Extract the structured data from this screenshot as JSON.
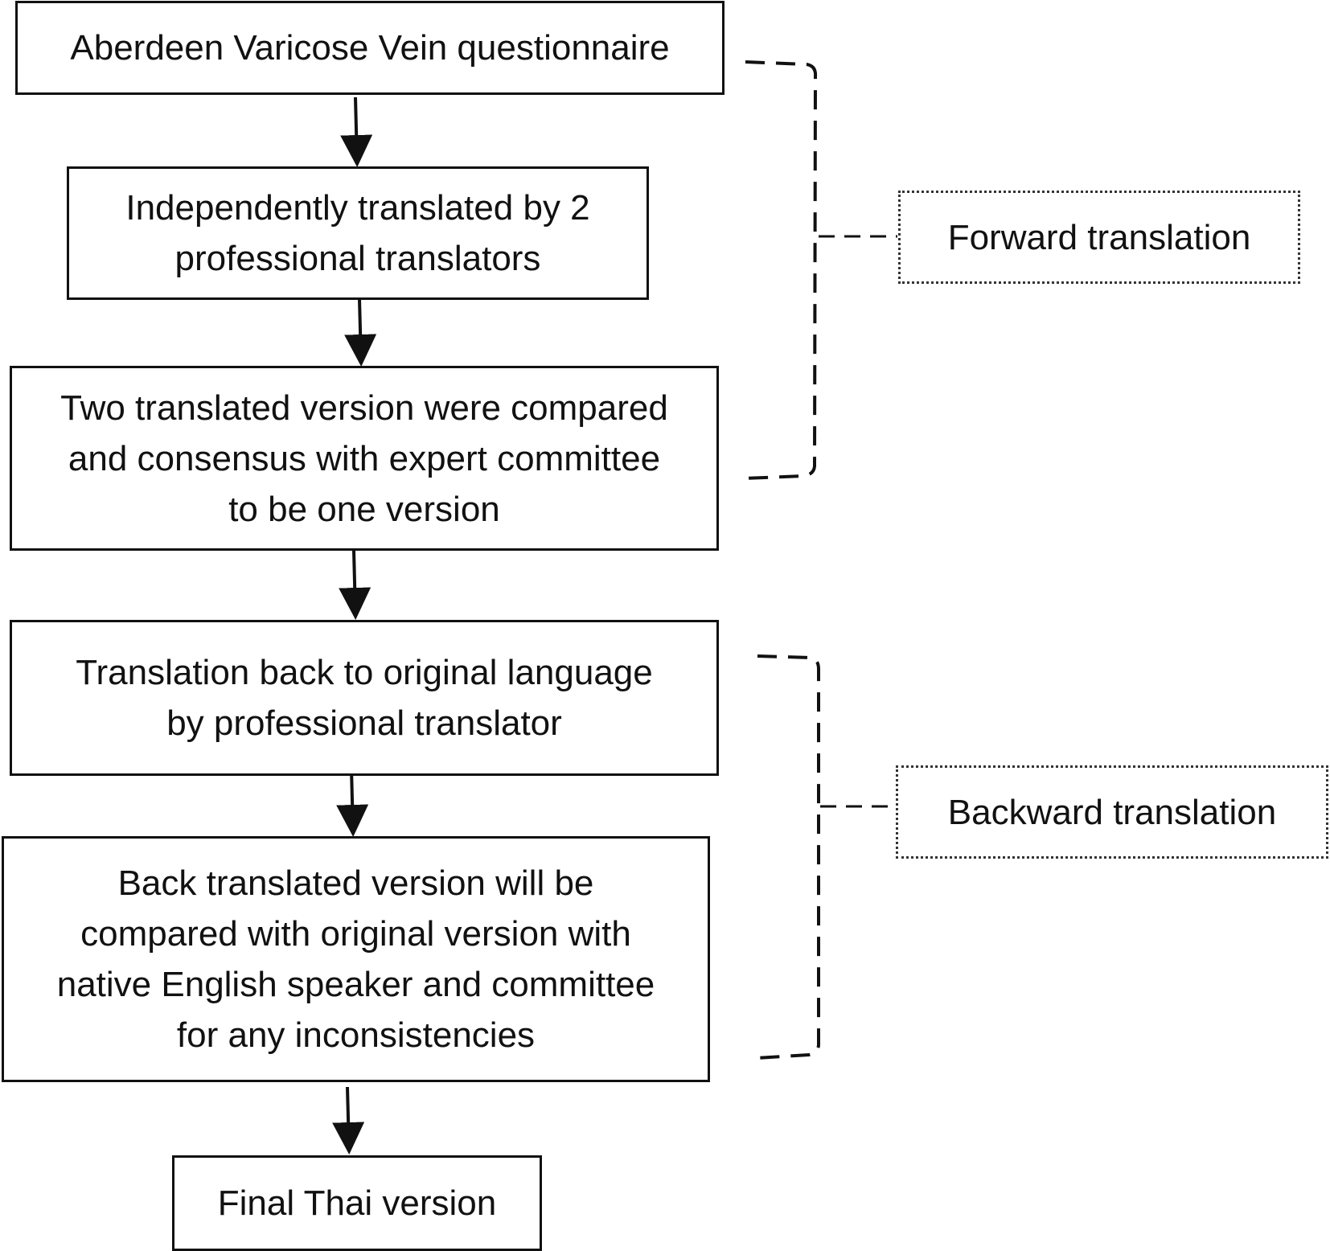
{
  "diagram": {
    "steps": [
      "Aberdeen Varicose Vein questionnaire",
      "Independently translated by 2\nprofessional translators",
      "Two translated version were compared\nand consensus with expert committee\nto be one version",
      "Translation back to original language\nby professional translator",
      "Back translated version will be\ncompared with original version with\nnative English speaker and committee\nfor any inconsistencies",
      "Final Thai version"
    ],
    "phases": {
      "forward": "Forward translation",
      "backward": "Backward translation"
    }
  },
  "colors": {
    "line": "#111111",
    "background": "#ffffff"
  }
}
